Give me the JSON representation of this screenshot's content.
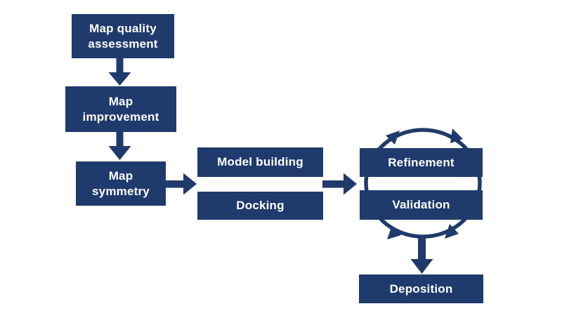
{
  "diagram": {
    "background_color": "#ffffff",
    "accent_color": "#1f3a6c",
    "node_text_color": "#ffffff",
    "nodes": {
      "map_quality": {
        "label": "Map quality\nassessment"
      },
      "map_improvement": {
        "label": "Map\nimprovement"
      },
      "map_symmetry": {
        "label": "Map\nsymmetry"
      },
      "model_building": {
        "label": "Model building"
      },
      "docking": {
        "label": "Docking"
      },
      "refinement": {
        "label": "Refinement"
      },
      "validation": {
        "label": "Validation"
      },
      "deposition": {
        "label": "Deposition"
      }
    },
    "edges": [
      {
        "from": "Map quality assessment",
        "to": "Map improvement",
        "type": "arrow"
      },
      {
        "from": "Map improvement",
        "to": "Map symmetry",
        "type": "arrow"
      },
      {
        "from": "Map symmetry",
        "to": "Model building / Docking",
        "type": "arrow"
      },
      {
        "from": "Model building / Docking",
        "to": "Refinement / Validation",
        "type": "arrow"
      },
      {
        "from": "Refinement",
        "to": "Validation",
        "type": "iterative-cycle"
      },
      {
        "from": "Refinement / Validation",
        "to": "Deposition",
        "type": "arrow"
      }
    ]
  }
}
